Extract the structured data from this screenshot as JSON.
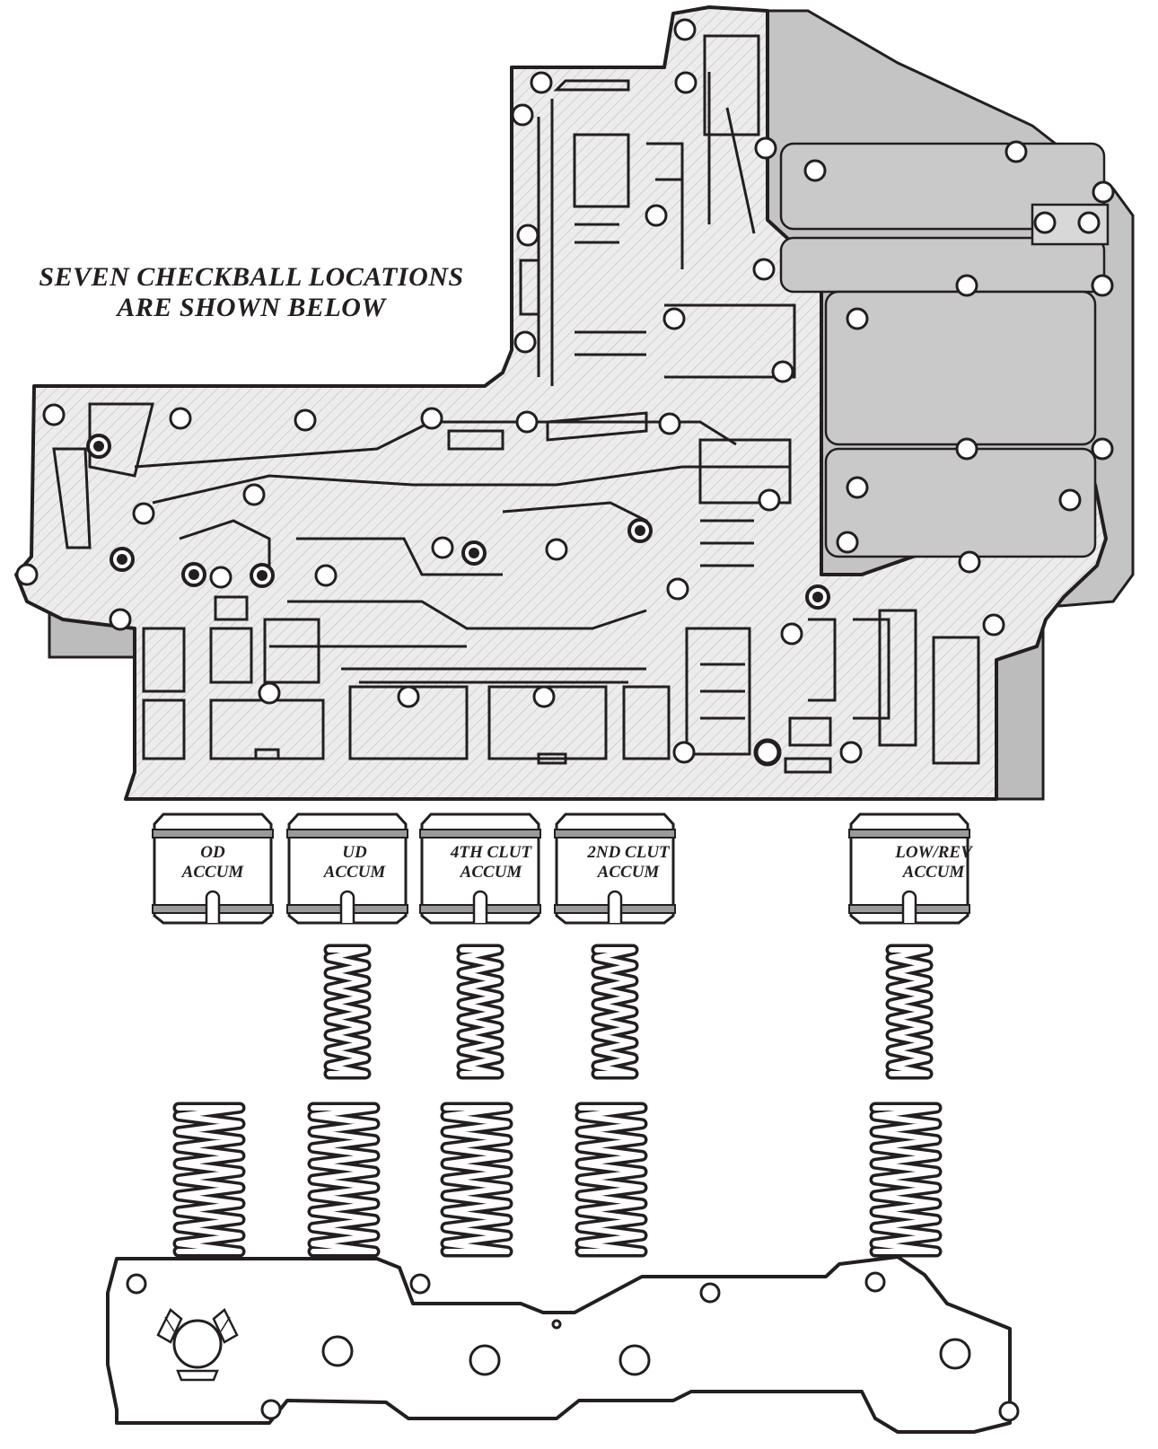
{
  "heading": {
    "line1": "SEVEN CHECKBALL LOCATIONS",
    "line2": "ARE SHOWN BELOW"
  },
  "checkball_count": 7,
  "accumulators": [
    {
      "id": "od",
      "line1": "OD",
      "line2": "ACCUM",
      "inner_spring": false
    },
    {
      "id": "ud",
      "line1": "UD",
      "line2": "ACCUM",
      "inner_spring": true
    },
    {
      "id": "4th",
      "line1": "4TH CLUT",
      "line2": "ACCUM",
      "inner_spring": true
    },
    {
      "id": "2nd",
      "line1": "2ND CLUT",
      "line2": "ACCUM",
      "inner_spring": true
    },
    {
      "id": "lowrev",
      "line1": "LOW/REV",
      "line2": "ACCUM",
      "inner_spring": true
    }
  ],
  "colors": {
    "ink": "#231f20",
    "body": "#e6e6e6",
    "shade": "#bcbcbc",
    "dark": "#8c8c8c",
    "seal": "#9a9a9a"
  }
}
